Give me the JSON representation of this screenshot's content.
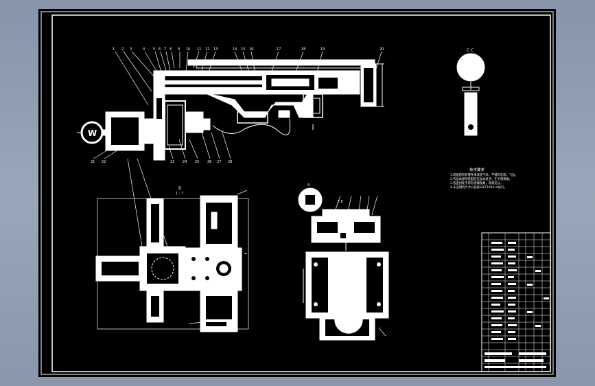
{
  "drawing": {
    "background_color": "#000000",
    "line_color": "#ffffff",
    "frame_color": "#8d99ae"
  },
  "views": {
    "section_b_label": "B",
    "section_scale": "1 : 7",
    "section_c_label": "C C",
    "section_e_label": "E E",
    "section_a_label": "A"
  },
  "notes": {
    "title": "技术要求",
    "lines": [
      "1.装配前所有零件须清洗干净，不得有毛刺、飞边。",
      "2.各运动部件装配后应运动灵活，无卡阻现象。",
      "3.各密封处不得有渗漏现象，润滑充分。",
      "4.未注明的尺寸公差按GB/T1804-m执行。"
    ]
  }
}
